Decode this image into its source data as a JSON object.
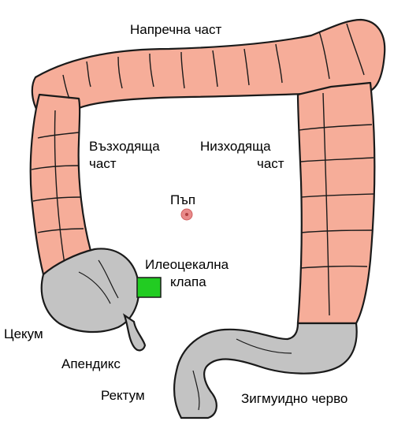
{
  "labels": {
    "transverse": "Напречна част",
    "ascending_1": "Възходяща",
    "ascending_2": "част",
    "descending_1": "Низходяща",
    "descending_2": "част",
    "navel": "Пъп",
    "ileocecal_1": "Илеоцекална",
    "ileocecal_2": "клапа",
    "cecum": "Цекум",
    "appendix": "Апендикс",
    "rectum": "Ректум",
    "sigmoid": "Зигмуидно черво"
  },
  "colors": {
    "colon": "#f6ad99",
    "gray_part": "#c3c3c3",
    "valve": "#22cc22",
    "outline": "#1a1a1a",
    "navel": "#e88a8a"
  }
}
